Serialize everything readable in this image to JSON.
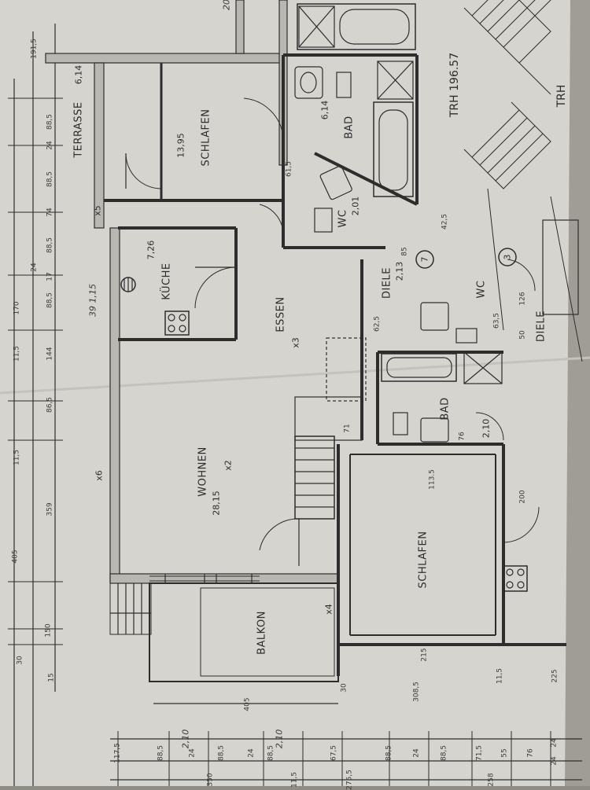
{
  "rooms": {
    "terrasse": "TERRASSE",
    "terrasse_area": "6,14",
    "schlafen_top": "SCHLAFEN",
    "schlafen_top_area": "13,95",
    "kueche": "KÜCHE",
    "kueche_area": "7,26",
    "essen": "ESSEN",
    "wohnen": "WOHNEN",
    "wohnen_area": "28,15",
    "balkon": "BALKON",
    "bad_top": "BAD",
    "bad_top_area": "6,14",
    "wc_top": "WC",
    "wc_top_area": "2,01",
    "diele_left": "DIELE",
    "diele_left_area": "2,13",
    "wc_right": "WC",
    "diele_right": "DIELE",
    "bad_mid": "BAD",
    "bad_mid_area": "2,10",
    "schlafen_bottom": "SCHLAFEN",
    "trh_1": "TRH 196.57",
    "trh_2": "TRH"
  },
  "markers": {
    "stair_7": "7",
    "stair_3": "3",
    "x5": "x5",
    "x6": "x6",
    "x4": "x4",
    "x3": "x3",
    "x2": "x2"
  },
  "dims_left": [
    "15",
    "30",
    "150",
    "405",
    "359",
    "11,5",
    "86,5",
    "144",
    "11,5",
    "170",
    "24",
    "88,5",
    "17",
    "88,5",
    "74",
    "88,5",
    "24",
    "88,5",
    "191,5"
  ],
  "dims_bottom": [
    "350",
    "11,5",
    "275,5",
    "258",
    "24",
    "117,5",
    "88,5",
    "24",
    "88,5",
    "24",
    "88,5",
    "67,5",
    "88,5",
    "24",
    "88,5",
    "71,5",
    "55",
    "76",
    "24"
  ],
  "dims_inner": {
    "d_1135": "113.5",
    "d_2085": "308,5",
    "d_30": "30",
    "d_115": "11,5",
    "d_225": "225",
    "d_215": "215",
    "d_615": "61,5",
    "d_625": "62,5",
    "d_425": "42,5",
    "d_85": "85",
    "d_635": "63,5",
    "d_50": "50",
    "d_76": "76",
    "d_71": "71",
    "d_200": "200",
    "d_126": "126",
    "d_405": "405"
  },
  "handwritten": {
    "n1": "20",
    "n2": "2,10",
    "n3": "2,10",
    "n4": "39 1,15"
  },
  "colors": {
    "paper": "#d8d6d1",
    "line": "#2d2d2d",
    "background": "#8f8c86"
  }
}
